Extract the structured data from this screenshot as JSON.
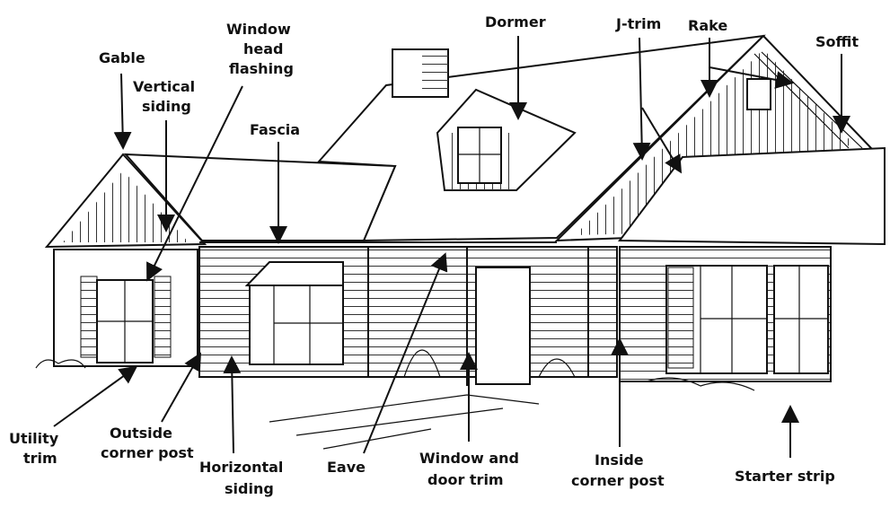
{
  "labels": {
    "gable": "Gable",
    "vertical_siding": [
      "Vertical",
      "siding"
    ],
    "window_head_flashing": [
      "Window",
      "head",
      "flashing"
    ],
    "fascia": "Fascia",
    "dormer": "Dormer",
    "j_trim": "J-trim",
    "rake": "Rake",
    "soffit": "Soffit",
    "utility_trim": [
      "Utility",
      "trim"
    ],
    "outside_corner_post": [
      "Outside",
      "corner post"
    ],
    "horizontal_siding": [
      "Horizontal",
      "siding"
    ],
    "eave": "Eave",
    "window_and_door_trim": [
      "Window and",
      "door trim"
    ],
    "inside_corner_post": [
      "Inside",
      "corner post"
    ],
    "starter_strip": "Starter strip"
  }
}
